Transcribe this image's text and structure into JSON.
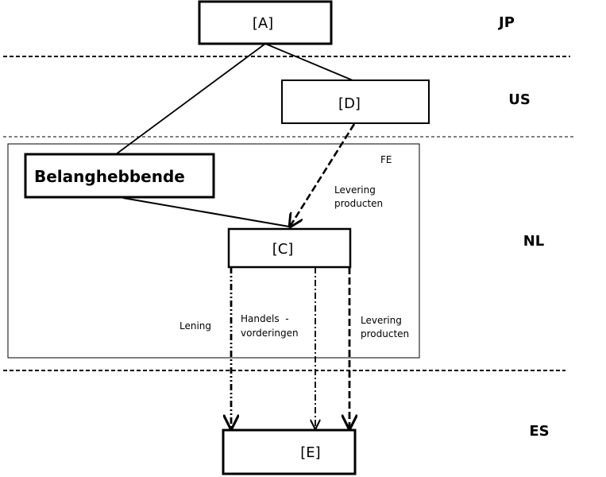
{
  "regions": {
    "jp": "JP",
    "us": "US",
    "nl": "NL",
    "es": "ES"
  },
  "entities": {
    "a": "[A]",
    "d": "[D]",
    "c": "[C]",
    "e": "[E]",
    "belanghebbende": "Belanghebbende"
  },
  "fe_label": "FE",
  "flows": {
    "d_to_c": [
      "Levering",
      "producten"
    ],
    "lening": "Lening",
    "handels": [
      "Handels  -",
      "vorderingen"
    ],
    "levering_c_e": [
      "Levering",
      "producten"
    ]
  }
}
